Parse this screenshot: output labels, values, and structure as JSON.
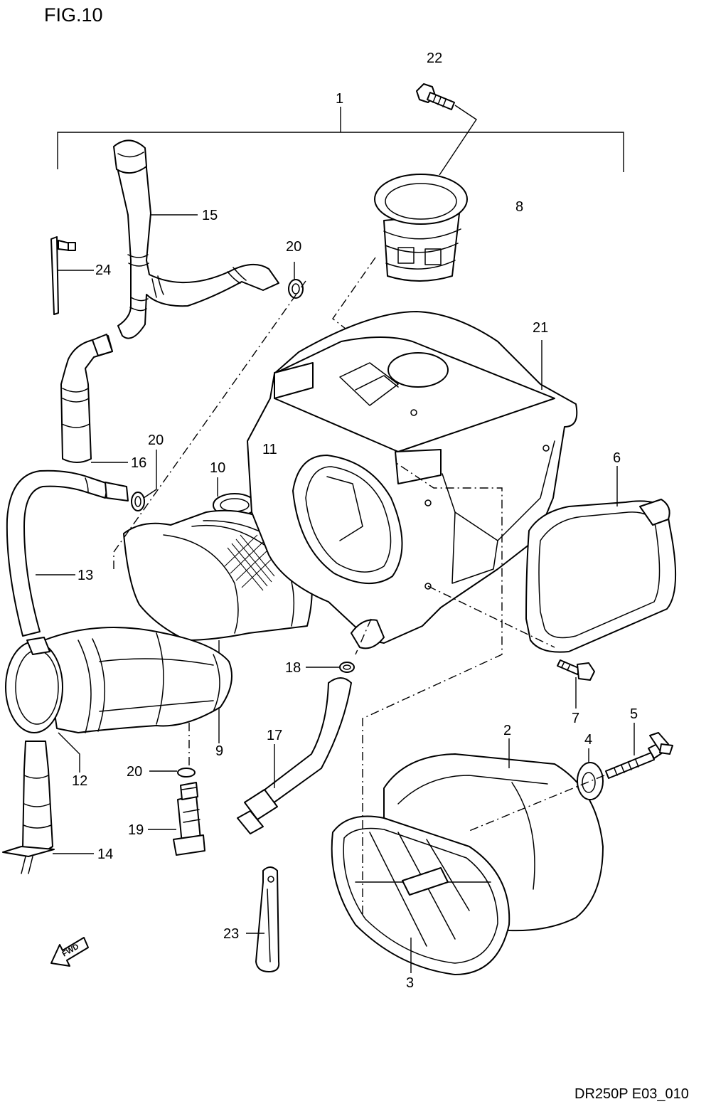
{
  "figure": {
    "title": "FIG.10",
    "code": "DR250P E03_010",
    "fwd_label": "FWD"
  },
  "parts": [
    {
      "key": "p1",
      "number": "1"
    },
    {
      "key": "p2",
      "number": "2"
    },
    {
      "key": "p3",
      "number": "3"
    },
    {
      "key": "p4",
      "number": "4"
    },
    {
      "key": "p5",
      "number": "5"
    },
    {
      "key": "p6",
      "number": "6"
    },
    {
      "key": "p7",
      "number": "7"
    },
    {
      "key": "p8",
      "number": "8"
    },
    {
      "key": "p9",
      "number": "9"
    },
    {
      "key": "p10",
      "number": "10"
    },
    {
      "key": "p11",
      "number": "11"
    },
    {
      "key": "p12",
      "number": "12"
    },
    {
      "key": "p13",
      "number": "13"
    },
    {
      "key": "p14",
      "number": "14"
    },
    {
      "key": "p15",
      "number": "15"
    },
    {
      "key": "p16",
      "number": "16"
    },
    {
      "key": "p17",
      "number": "17"
    },
    {
      "key": "p18",
      "number": "18"
    },
    {
      "key": "p19",
      "number": "19"
    },
    {
      "key": "p20a",
      "number": "20"
    },
    {
      "key": "p20b",
      "number": "20"
    },
    {
      "key": "p20c",
      "number": "20"
    },
    {
      "key": "p21",
      "number": "21"
    },
    {
      "key": "p22",
      "number": "22"
    },
    {
      "key": "p23",
      "number": "23"
    },
    {
      "key": "p24",
      "number": "24"
    }
  ]
}
